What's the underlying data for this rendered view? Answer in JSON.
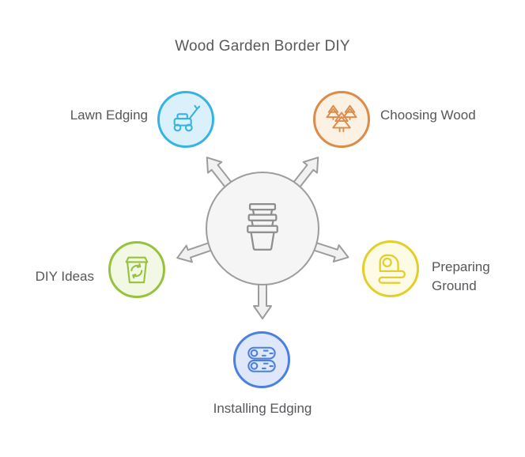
{
  "title": "Wood Garden Border DIY",
  "hub": {
    "icon": "stacked-pots-icon",
    "border_color": "#9c9c9c",
    "fill_color": "#f5f5f5"
  },
  "arrows": {
    "count": 5,
    "directions": [
      "up-left",
      "up-right",
      "left",
      "right",
      "down"
    ],
    "stroke_color": "#9c9c9c",
    "fill_color": "#f1f1f1"
  },
  "nodes": [
    {
      "label": "Lawn Edging",
      "icon": "lawn-mower-icon",
      "border_color": "#35b4e2",
      "fill_color": "#daf1fb",
      "position": "top-left",
      "label_side": "left"
    },
    {
      "label": "Choosing Wood",
      "icon": "pine-trees-icon",
      "border_color": "#dd8b49",
      "fill_color": "#fcf2e4",
      "position": "top-right",
      "label_side": "right"
    },
    {
      "label": "DIY Ideas",
      "icon": "recycle-bin-icon",
      "border_color": "#97c23d",
      "fill_color": "#f3f8e5",
      "position": "middle-left",
      "label_side": "left"
    },
    {
      "label": "Preparing Ground",
      "icon": "tape-measure-icon",
      "border_color": "#e3cf29",
      "fill_color": "#fdfbe5",
      "position": "middle-right",
      "label_side": "right"
    },
    {
      "label": "Installing Edging",
      "icon": "wood-logs-icon",
      "border_color": "#4b80e1",
      "fill_color": "#dfe8fb",
      "position": "bottom",
      "label_side": "below"
    }
  ],
  "text_color": "#55575a"
}
